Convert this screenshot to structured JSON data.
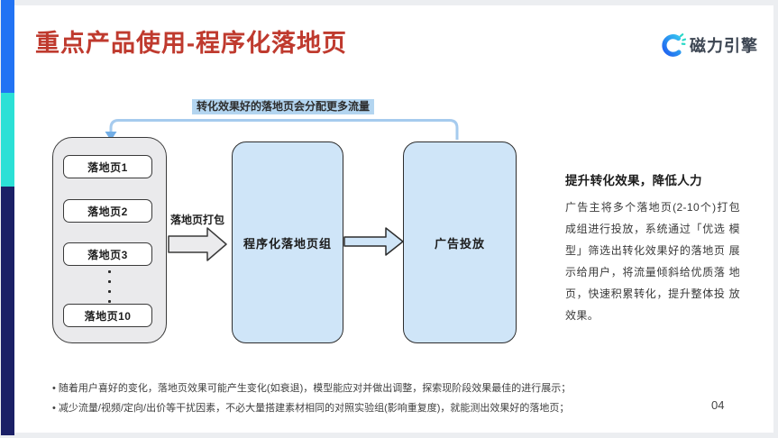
{
  "slide": {
    "title": "重点产品使用-程序化落地页",
    "page_number": "04",
    "accent_colors": [
      "#2273f4",
      "#2be0d6",
      "#1b2066"
    ],
    "title_color": "#bf3a2e"
  },
  "logo": {
    "brand": "磁力引擎",
    "icon": "magnet-c-icon",
    "icon_colors": [
      "#1f5ef0",
      "#35c0f0",
      "#2bd9c8"
    ]
  },
  "diagram": {
    "feedback_label": "转化效果好的落地页会分配更多流量",
    "stack": {
      "items": [
        "落地页1",
        "落地页2",
        "落地页3",
        "落地页10"
      ]
    },
    "pack_arrow_label": "落地页打包",
    "group_box": "程序化落地页组",
    "delivery_box": "广告投放",
    "box_fill": "#cfe5f8",
    "connector_color": "#a6cbee"
  },
  "sidebar_text": {
    "heading": "提升转化效果，降低人力",
    "body": "广告主将多个落地页(2-10个)打包成组进行投放，系统通过「优选 模型」筛选出转化效果好的落地页 展示给用户，将流量倾斜给优质落 地页，快速积累转化，提升整体投 放效果。"
  },
  "footnotes": [
    "随着用户喜好的变化，落地页效果可能产生变化(如衰退)，模型能应对并做出调整，探索现阶段效果最佳的进行展示；",
    "减少流量/视频/定向/出价等干扰因素，不必大量搭建素材相同的对照实验组(影响重复度)，就能测出效果好的落地页；"
  ]
}
